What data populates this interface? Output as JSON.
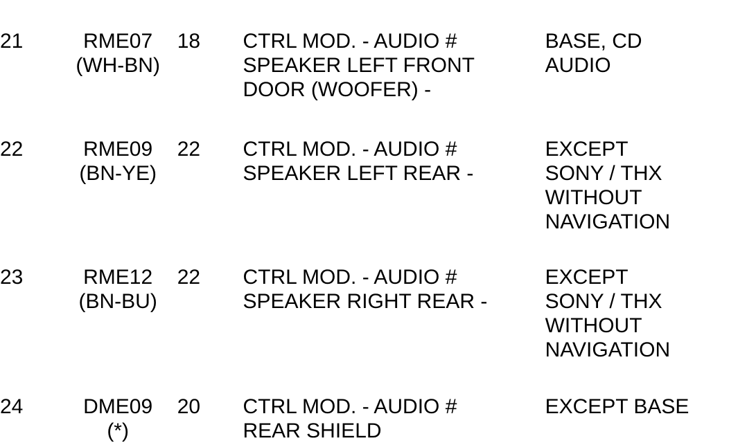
{
  "document": {
    "type": "wiring-schedule-table",
    "background_color": "#ffffff",
    "text_color": "#000000"
  },
  "table": {
    "columns": [
      {
        "key": "item",
        "name": "item-number"
      },
      {
        "key": "wire_code",
        "name": "wire-code"
      },
      {
        "key": "gauge",
        "name": "wire-gauge"
      },
      {
        "key": "description",
        "name": "circuit-description"
      },
      {
        "key": "application",
        "name": "application-note"
      }
    ],
    "rows": [
      {
        "item": "21",
        "wire_code": "RME07",
        "wire_code_color": "(WH-BN)",
        "gauge": "18",
        "description": "CTRL MOD. - AUDIO #\nSPEAKER LEFT FRONT\nDOOR (WOOFER) -",
        "application": "BASE, CD\nAUDIO"
      },
      {
        "item": "22",
        "wire_code": "RME09",
        "wire_code_color": "(BN-YE)",
        "gauge": "22",
        "description": "CTRL MOD. - AUDIO #\nSPEAKER LEFT REAR -",
        "application": "EXCEPT\nSONY / THX\nWITHOUT\nNAVIGATION"
      },
      {
        "item": "23",
        "wire_code": "RME12",
        "wire_code_color": "(BN-BU)",
        "gauge": "22",
        "description": "CTRL MOD. - AUDIO #\nSPEAKER RIGHT REAR -",
        "application": "EXCEPT\nSONY / THX\nWITHOUT\nNAVIGATION"
      },
      {
        "item": "24",
        "wire_code": "DME09",
        "wire_code_color": "(*)",
        "gauge": "20",
        "description": "CTRL MOD. - AUDIO #\nREAR SHIELD",
        "application": "EXCEPT BASE"
      }
    ]
  }
}
